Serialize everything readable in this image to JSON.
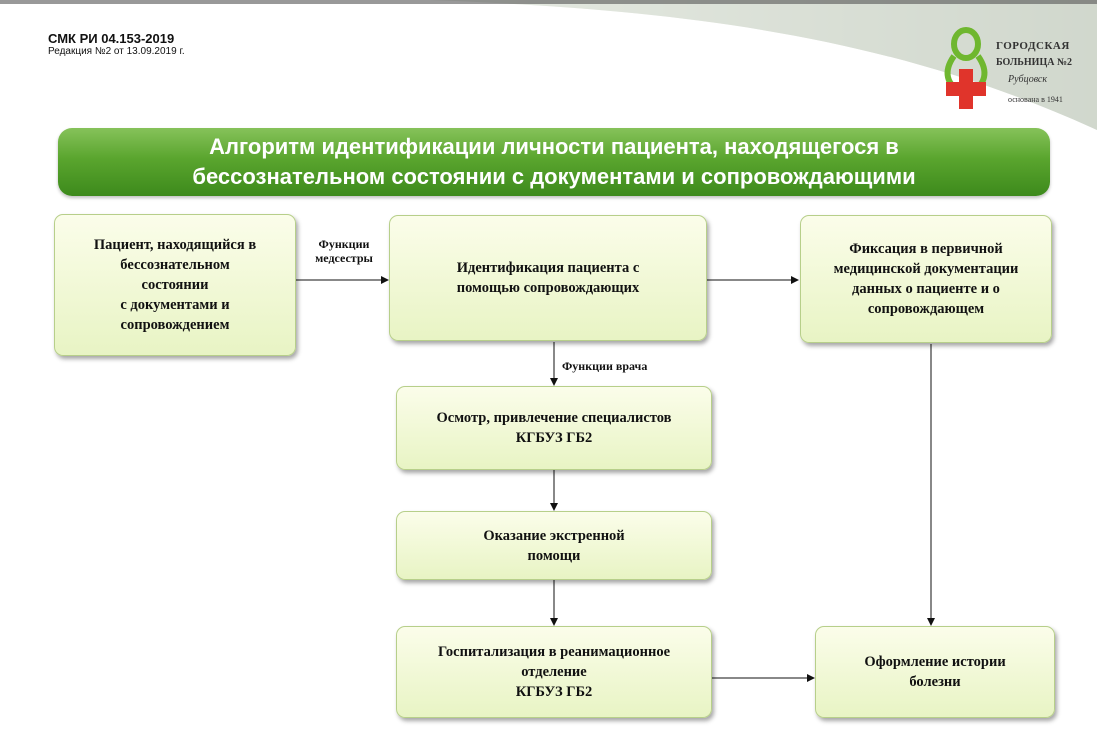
{
  "header": {
    "doc_code": "СМК РИ 04.153-2019",
    "revision": "Редакция №2 от 13.09.2019 г."
  },
  "logo": {
    "line1": "ГОРОДСКАЯ",
    "line2": "БОЛЬНИЦА №2",
    "line3": "Рубцовск",
    "line4": "основана в 1941"
  },
  "title": "Алгоритм идентификации личности пациента, находящегося в\nбессознательном состоянии с документами и сопровождающими",
  "nodes": {
    "patient": "Пациент, находящийся в\nбессознательном\nсостоянии\nс документами и\nсопровождением",
    "identification": "Идентификация пациента с\nпомощью сопровождающих",
    "fixation": "Фиксация в первичной\nмедицинской документации\nданных о пациенте и о\nсопровождающем",
    "examination": "Осмотр, привлечение специалистов\nКГБУЗ ГБ2",
    "emergency": "Оказание экстренной\nпомощи",
    "hospitalization": "Госпитализация в  реанимационное\nотделение\nКГБУЗ ГБ2",
    "history": "Оформление истории\nболезни"
  },
  "edge_labels": {
    "nurse": "Функции\nмедсестры",
    "doctor": "Функции врача"
  },
  "colors": {
    "title_green": "#5aa52e",
    "box_fill": "#f3f9d8",
    "logo_red": "#e0342b",
    "logo_green": "#6fb72f"
  }
}
